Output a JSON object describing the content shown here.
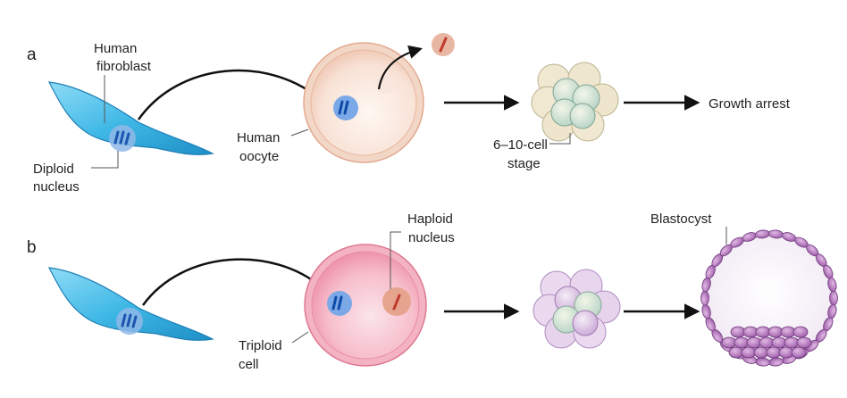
{
  "panel_a": {
    "letter": "a",
    "fibroblast_label": [
      "Human",
      "fibroblast"
    ],
    "nucleus_label": [
      "Diploid",
      "nucleus"
    ],
    "oocyte_label": [
      "Human",
      "oocyte"
    ],
    "stage_label": [
      "6–10-cell",
      "stage"
    ],
    "outcome_label": "Growth arrest"
  },
  "panel_b": {
    "letter": "b",
    "haploid_label": [
      "Haploid",
      "nucleus"
    ],
    "triploid_label": [
      "Triploid",
      "cell"
    ],
    "blastocyst_label": "Blastocyst"
  },
  "colors": {
    "fibroblast": "#4cc3ec",
    "nucleus_blue": "#1d6fbd",
    "oocyte_a": "#f6ddd0",
    "oocyte_b": "#f4a6b8",
    "blastocyst": "#9b5aa6",
    "arrow": "#111111"
  }
}
